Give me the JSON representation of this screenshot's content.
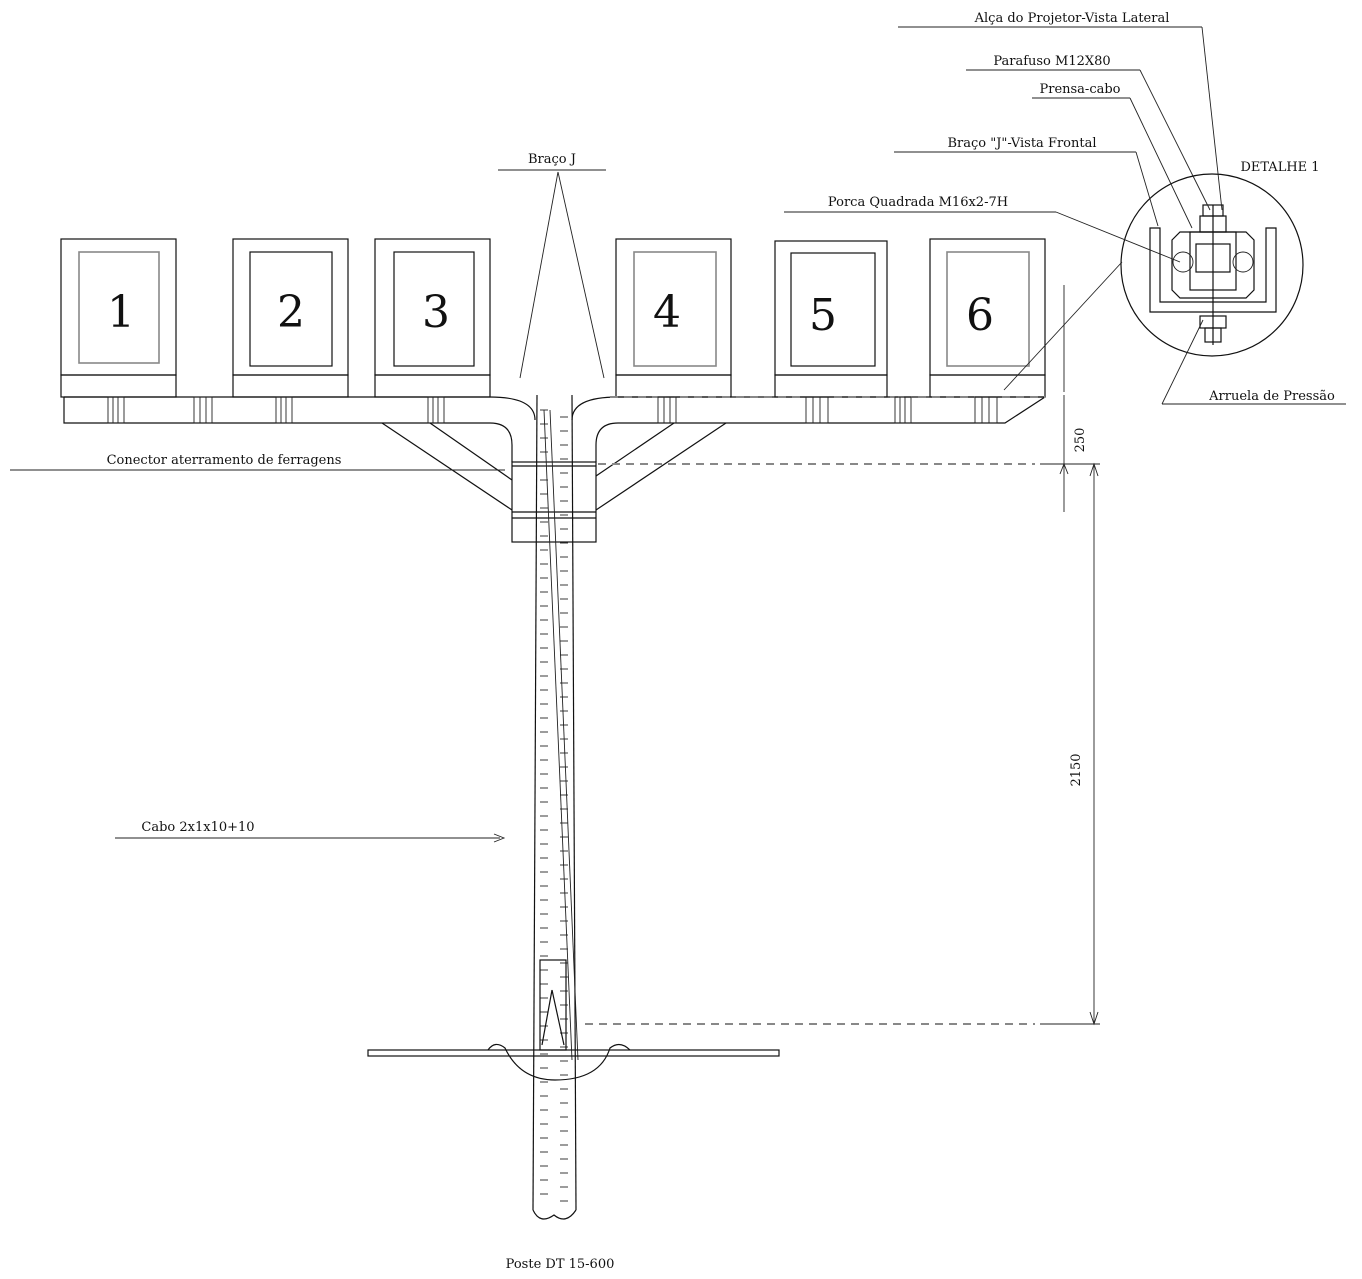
{
  "labels": {
    "braco_j": "Braço J",
    "alca_projetor": "Alça do Projetor-Vista Lateral",
    "parafuso": "Parafuso M12X80",
    "prensa_cabo": "Prensa-cabo",
    "braco_j_frontal": "Braço \"J\"-Vista Frontal",
    "detalhe": "DETALHE 1",
    "porca_quadrada": "Porca Quadrada M16x2-7H",
    "arruela": "Arruela de Pressão",
    "conector": "Conector aterramento de ferragens",
    "cabo": "Cabo 2x1x10+10",
    "poste": "Poste DT 15-600"
  },
  "dimensions": {
    "upper": "250",
    "lower": "2150"
  },
  "projectors": [
    "1",
    "2",
    "3",
    "4",
    "5",
    "6"
  ]
}
